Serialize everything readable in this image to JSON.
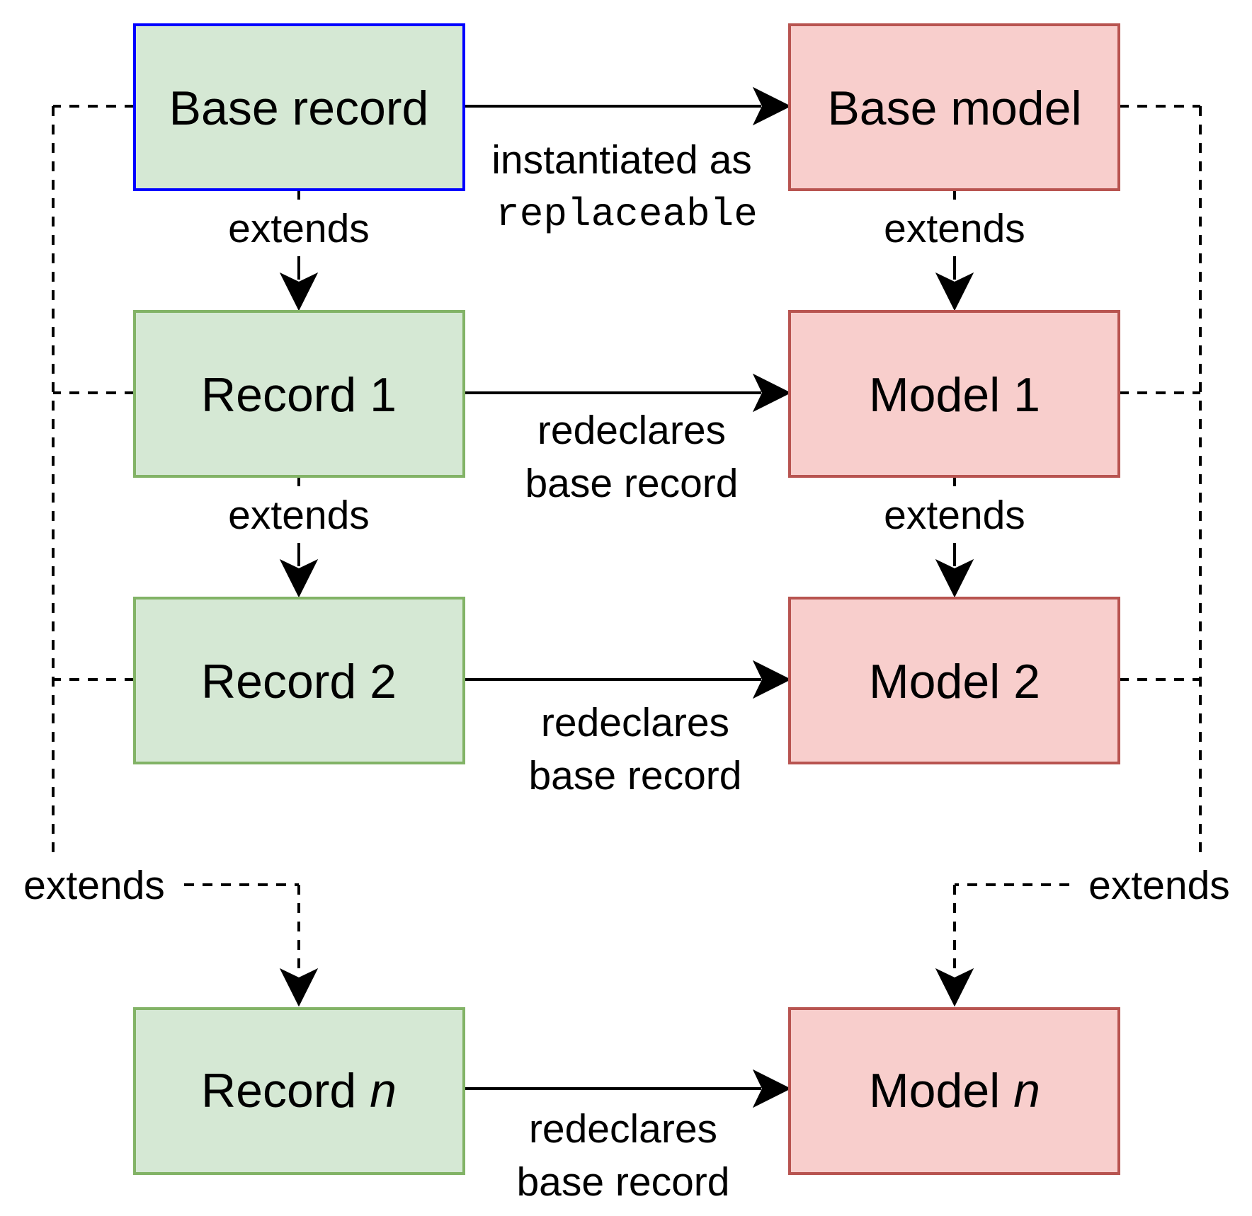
{
  "colors": {
    "record_fill": "#d5e8d4",
    "record_stroke": "#82b366",
    "base_record_stroke": "#0000ff",
    "model_fill": "#f8cecc",
    "model_stroke": "#b85450",
    "edge": "#000000"
  },
  "records": {
    "base": "Base record",
    "r1": "Record 1",
    "r2": "Record 2",
    "rn_prefix": "Record ",
    "rn_var": "n"
  },
  "models": {
    "base": "Base model",
    "m1": "Model 1",
    "m2": "Model 2",
    "mn_prefix": "Model ",
    "mn_var": "n"
  },
  "edges": {
    "instantiated_as": "instantiated as",
    "replaceable": "replaceable",
    "extends": "extends",
    "redeclares_line1": "redeclares",
    "redeclares_line2": "base record"
  }
}
